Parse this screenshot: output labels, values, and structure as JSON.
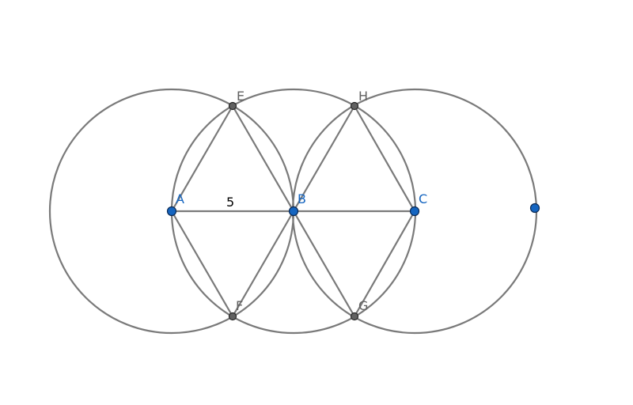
{
  "figure": {
    "points": {
      "A": {
        "label": "A",
        "kind": "free"
      },
      "B": {
        "label": "B",
        "kind": "free"
      },
      "C": {
        "label": "C",
        "kind": "free"
      },
      "D": {
        "label": "",
        "kind": "free"
      },
      "E": {
        "label": "E",
        "kind": "intersection"
      },
      "F": {
        "label": "F",
        "kind": "intersection"
      },
      "G": {
        "label": "G",
        "kind": "intersection"
      },
      "H": {
        "label": "H",
        "kind": "intersection"
      }
    },
    "segments": [
      [
        "A",
        "B"
      ],
      [
        "B",
        "C"
      ],
      [
        "A",
        "E"
      ],
      [
        "E",
        "B"
      ],
      [
        "A",
        "F"
      ],
      [
        "F",
        "B"
      ],
      [
        "B",
        "H"
      ],
      [
        "H",
        "C"
      ],
      [
        "B",
        "G"
      ],
      [
        "G",
        "C"
      ]
    ],
    "circles": [
      {
        "center": "A",
        "through": "B"
      },
      {
        "center": "B",
        "through": "A"
      },
      {
        "center": "C",
        "through": "B"
      }
    ],
    "length_label": {
      "segment": [
        "A",
        "B"
      ],
      "text": "5"
    },
    "colors": {
      "free_point": "#1565c0",
      "intersection_point": "#616161",
      "lines": "#7a7a7a",
      "length_text": "#000000"
    }
  }
}
